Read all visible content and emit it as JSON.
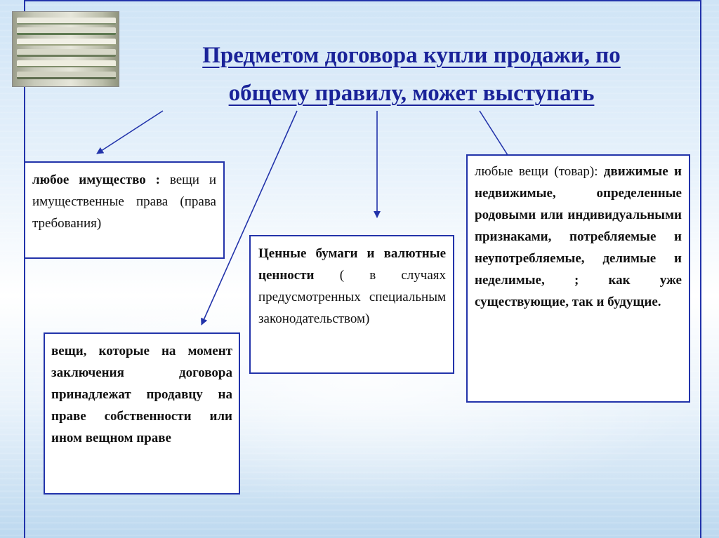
{
  "title": {
    "line1": "Предметом договора купли продажи, по",
    "line2": "общему правилу, может выступать"
  },
  "photo": {
    "icon": "document-stack-photo"
  },
  "boxes": {
    "property": {
      "bold": "любое имущество :",
      "text": "вещи и имущественные права (права требования)"
    },
    "securities": {
      "bold": "Ценные бумаги и валютные ценности",
      "text": "( в случаях предусмотренных специальным законодательством)"
    },
    "owned_things": {
      "bold": "вещи, которые на момент заключения договора принадлежат продавцу на праве собственности или ином вещном праве"
    },
    "any_things": {
      "lead": "любые вещи (товар):",
      "bold": "движимые и недвижимые, определенные родовыми или индивидуальными признаками, потребляемые и неупотребляемые, делимые и неделимые, ; как уже существующие, так и будущие."
    }
  },
  "colors": {
    "accent": "#2233aa",
    "title": "#1a2399"
  }
}
